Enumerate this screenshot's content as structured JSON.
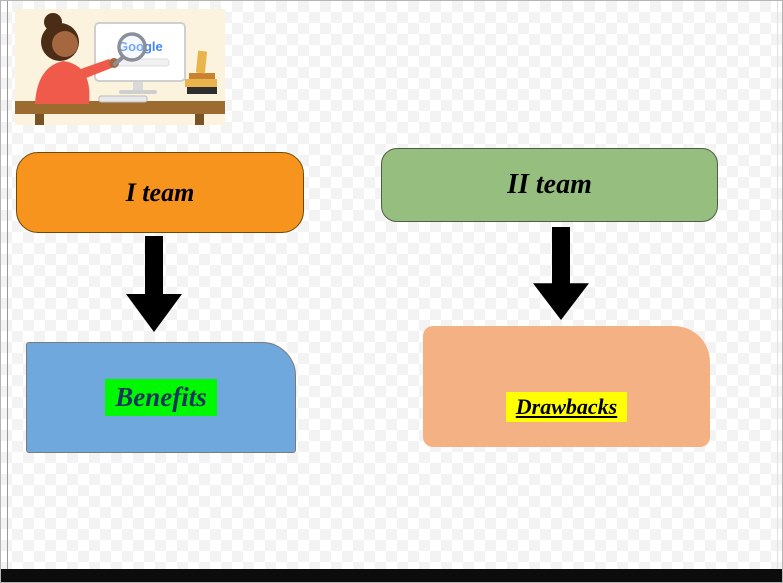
{
  "clipart": {
    "name": "woman-searching-at-computer",
    "monitor_text": "Google"
  },
  "team1": {
    "label": "I team"
  },
  "team2": {
    "label": "II team"
  },
  "benefits": {
    "label": "Benefits"
  },
  "drawbacks": {
    "label": "Drawbacks"
  },
  "colors": {
    "team1_fill": "#F7941D",
    "team2_fill": "#95BE7F",
    "benefits_fill": "#6FA8DC",
    "benefits_highlight": "#00F900",
    "drawbacks_fill": "#F4B183",
    "drawbacks_highlight": "#FFFF00",
    "arrow": "#000000"
  }
}
